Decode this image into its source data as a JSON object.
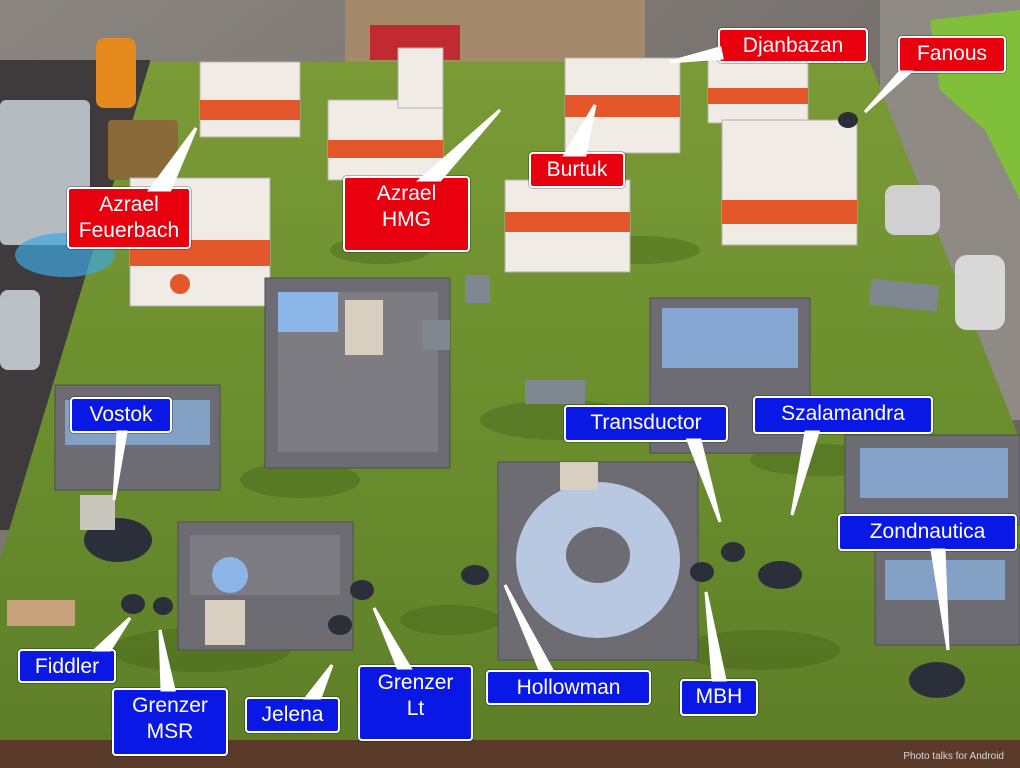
{
  "photo": {
    "colors": {
      "mat_green": "#6d8f2c",
      "building_orange": "#e4572a",
      "building_white": "#f1ebe6",
      "building_grey": "#6c6c72",
      "building_blue": "#8db6e8",
      "red_label": "#e8000f",
      "blue_label": "#0a18e6"
    }
  },
  "red_labels": [
    {
      "text": "Djanbazan"
    },
    {
      "text": "Fanous"
    },
    {
      "text": "Azrael\nFeuerbach"
    },
    {
      "text": "Azrael\nHMG"
    },
    {
      "text": "Burtuk"
    }
  ],
  "blue_labels": [
    {
      "text": "Vostok"
    },
    {
      "text": "Transductor"
    },
    {
      "text": "Szalamandra"
    },
    {
      "text": "Zondnautica"
    },
    {
      "text": "Fiddler"
    },
    {
      "text": "Grenzer\nMSR"
    },
    {
      "text": "Jelena"
    },
    {
      "text": "Grenzer\nLt"
    },
    {
      "text": "Hollowman"
    },
    {
      "text": "MBH"
    }
  ],
  "watermark": "Photo talks for Android"
}
